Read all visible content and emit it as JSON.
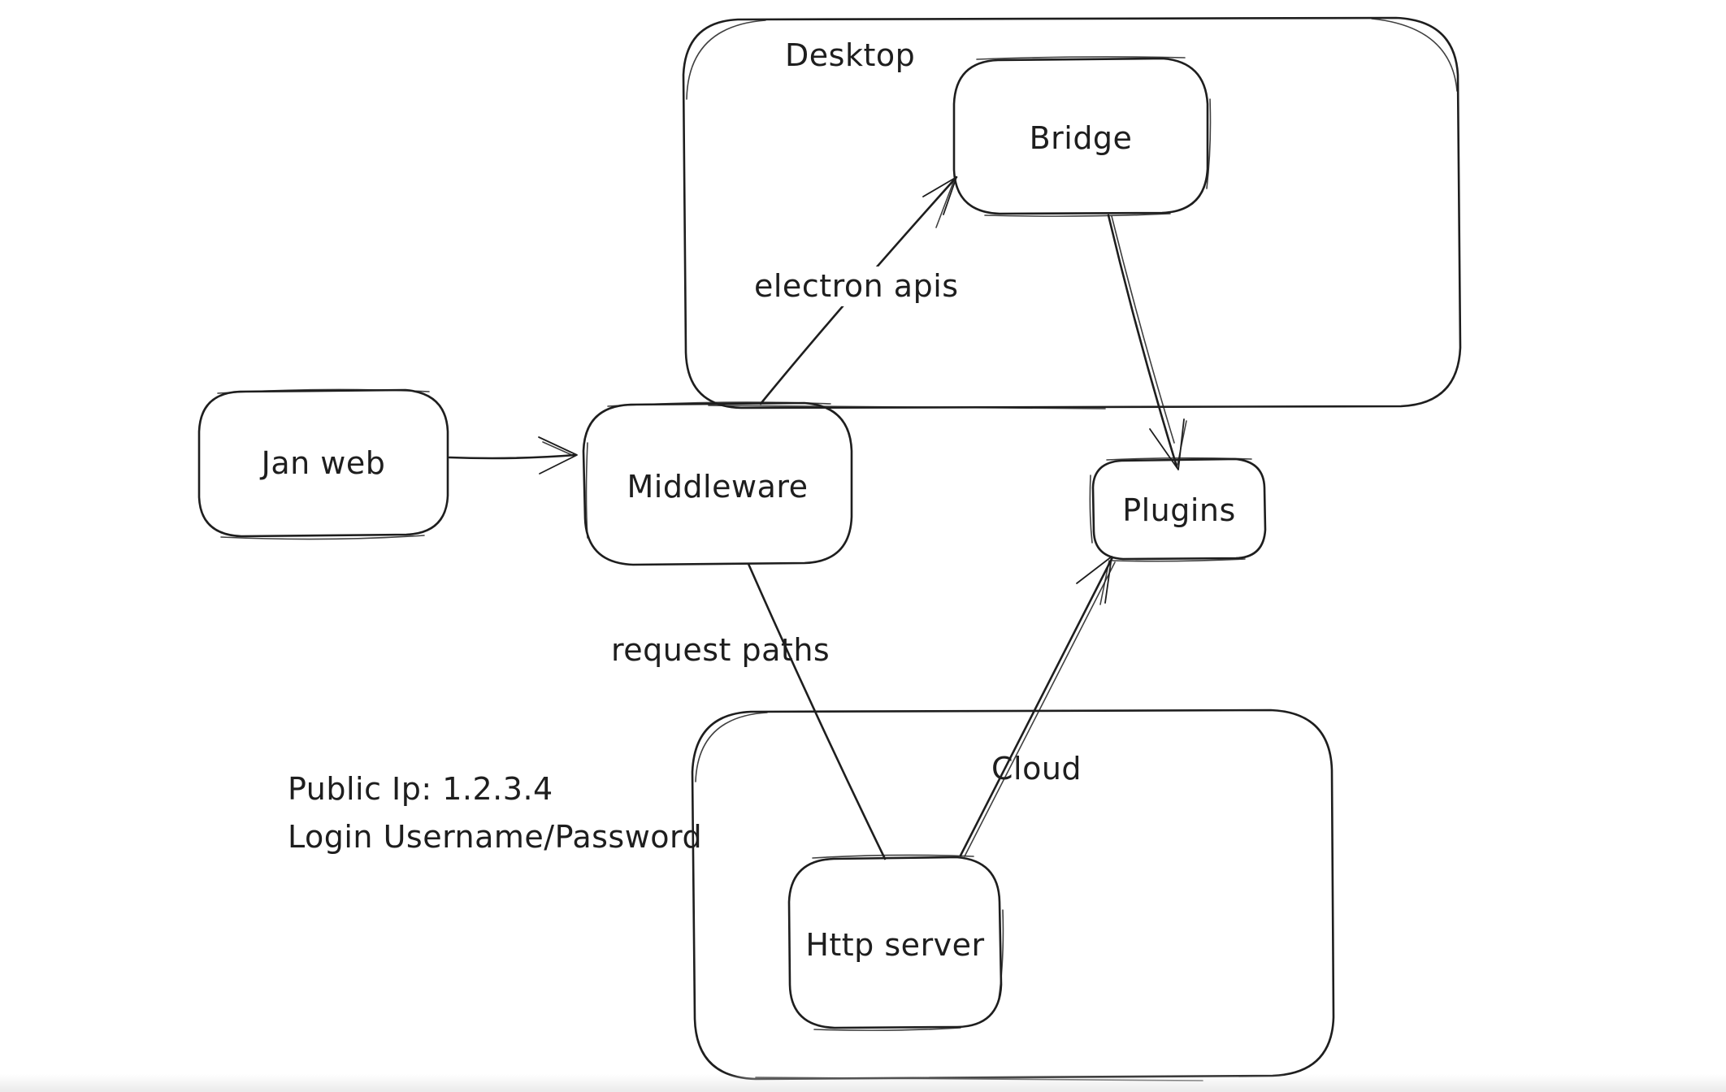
{
  "diagram": {
    "colors": {
      "stroke": "#1e1e1e",
      "background": "#ffffff"
    },
    "containers": {
      "desktop": {
        "label": "Desktop"
      },
      "cloud": {
        "label": "Cloud"
      }
    },
    "nodes": {
      "jan_web": {
        "label": "Jan web"
      },
      "middleware": {
        "label": "Middleware"
      },
      "bridge": {
        "label": "Bridge"
      },
      "plugins": {
        "label": "Plugins"
      },
      "http_server": {
        "label": "Http server"
      }
    },
    "edge_labels": {
      "electron_apis": "electron apis",
      "request_paths": "request paths"
    },
    "annotations": {
      "public_ip": "Public Ip: 1.2.3.4",
      "login": "Login Username/Password"
    }
  }
}
